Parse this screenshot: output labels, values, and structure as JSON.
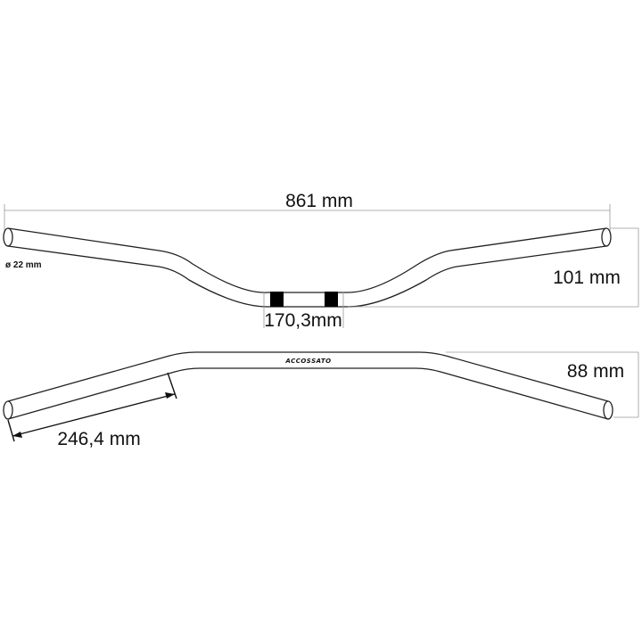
{
  "dimensions": {
    "total_width": "861 mm",
    "tube_diameter": "ø 22 mm",
    "rise": "101 mm",
    "center_width": "170,3mm",
    "pullback": "88 mm",
    "grip_length": "246,4 mm"
  },
  "brand": {
    "logo_text": "ACCOSSATO"
  },
  "colors": {
    "line": "#222222",
    "dimension_line": "#999999",
    "clamp_mark": "#000000",
    "background": "#ffffff"
  }
}
